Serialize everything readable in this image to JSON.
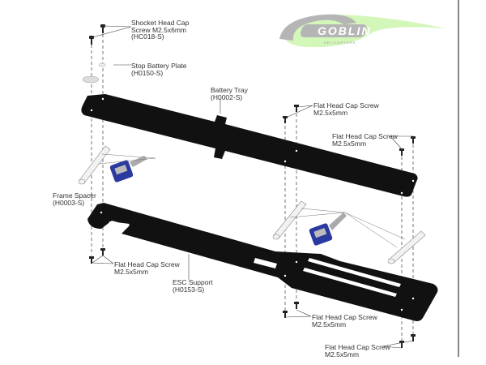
{
  "logo": {
    "brand": "GOBLIN",
    "sub": "HELICOPTERS"
  },
  "labels": {
    "socket_screw": {
      "line1": "Shocket Head Cap",
      "line2": "Screw M2.5x6mm",
      "line3": "(HC018-S)"
    },
    "stop_plate": {
      "line1": "Stop Battery Plate",
      "line2": "(H0150-S)"
    },
    "battery_tray": {
      "line1": "Battery Tray",
      "line2": "(H0002-S)"
    },
    "flat_screw_1": {
      "line1": "Flat Head Cap Screw",
      "line2": "M2.5x5mm"
    },
    "flat_screw_2": {
      "line1": "Flat Head Cap Screw",
      "line2": "M2.5x5mm"
    },
    "frame_spacer": {
      "line1": "Frame Spacer",
      "line2": "(H0003-S)"
    },
    "flat_screw_3": {
      "line1": "Flat Head Cap Screw",
      "line2": "M2.5x5mm"
    },
    "esc_support": {
      "line1": "ESC Support",
      "line2": "(H0153-S)"
    },
    "flat_screw_4": {
      "line1": "Flat Head Cap Screw",
      "line2": "M2.5x5mm"
    },
    "flat_screw_5": {
      "line1": "Flat Head Cap Screw",
      "line2": "M2.5x5mm"
    }
  },
  "colors": {
    "plate": "#111111",
    "logo_green": "#b8f08a",
    "logo_gray": "#b5b5b5",
    "bottle": "#2a3aa0",
    "border": "#888888"
  }
}
